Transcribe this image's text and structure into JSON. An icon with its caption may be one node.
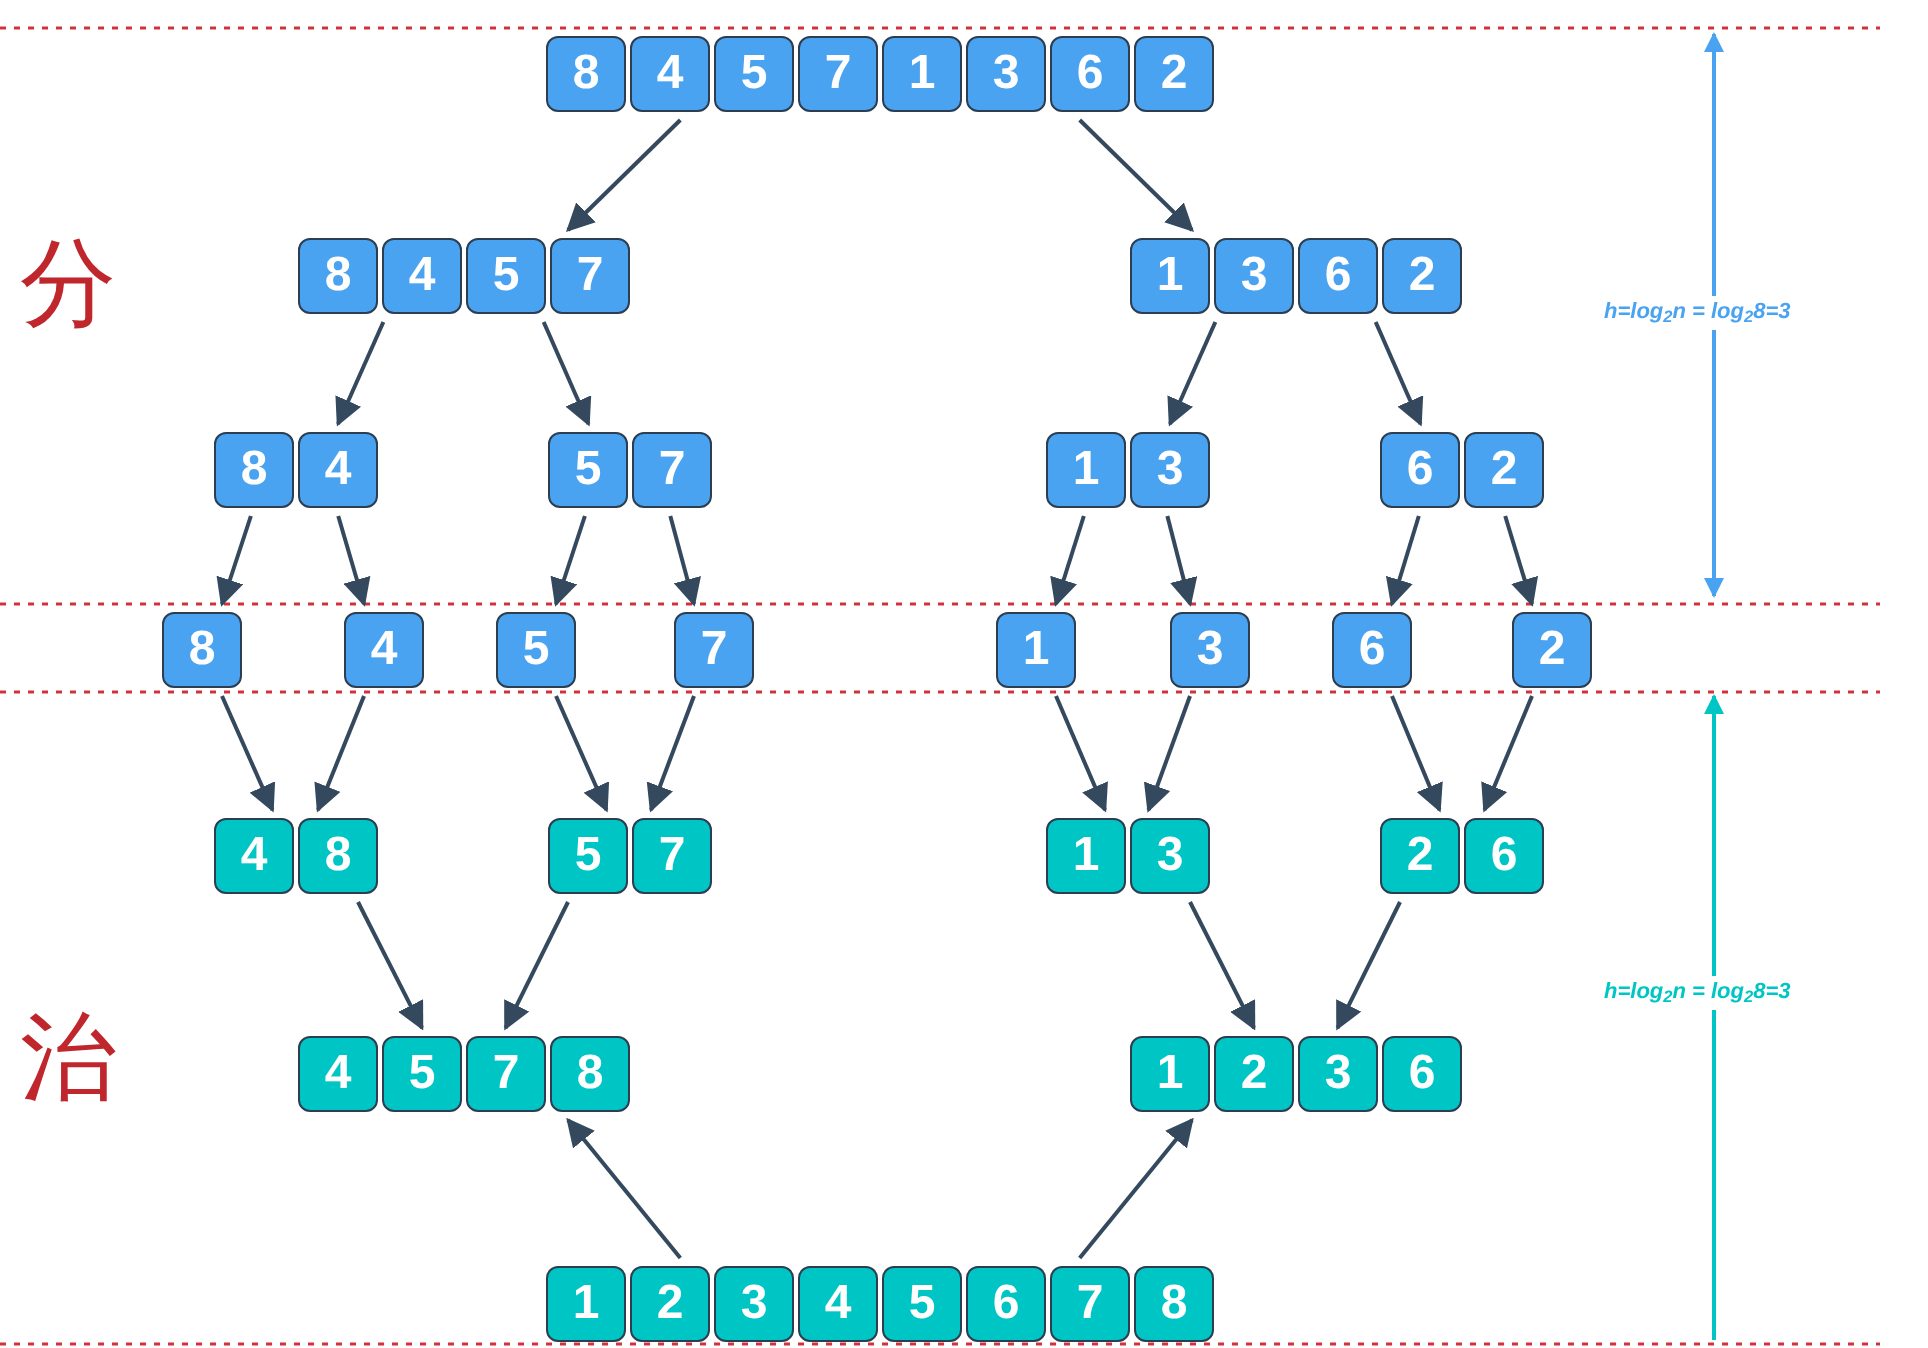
{
  "diagram": {
    "nodes": [
      {
        "text": [
          "8",
          "4",
          "5",
          "7",
          "1",
          "3",
          "6",
          "2"
        ]
      },
      {
        "text": [
          "8",
          "4",
          "5",
          "7"
        ]
      },
      {
        "text": [
          "1",
          "3",
          "6",
          "2"
        ]
      },
      {
        "text": [
          "8",
          "4"
        ]
      },
      {
        "text": [
          "5",
          "7"
        ]
      },
      {
        "text": [
          "1",
          "3"
        ]
      },
      {
        "text": [
          "6",
          "2"
        ]
      },
      {
        "text": [
          "8"
        ]
      },
      {
        "text": [
          "4"
        ]
      },
      {
        "text": [
          "5"
        ]
      },
      {
        "text": [
          "7"
        ]
      },
      {
        "text": [
          "1"
        ]
      },
      {
        "text": [
          "3"
        ]
      },
      {
        "text": [
          "6"
        ]
      },
      {
        "text": [
          "2"
        ]
      },
      {
        "text": [
          "4",
          "8"
        ]
      },
      {
        "text": [
          "5",
          "7"
        ]
      },
      {
        "text": [
          "1",
          "3"
        ]
      },
      {
        "text": [
          "2",
          "6"
        ]
      },
      {
        "text": [
          "4",
          "5",
          "7",
          "8"
        ]
      },
      {
        "text": [
          "1",
          "2",
          "3",
          "6"
        ]
      },
      {
        "text": [
          "1",
          "2",
          "3",
          "4",
          "5",
          "6",
          "7",
          "8"
        ]
      }
    ],
    "edges": [
      {
        "from": 0,
        "to": 1,
        "arrow": "to"
      },
      {
        "from": 0,
        "to": 2,
        "arrow": "to"
      },
      {
        "from": 1,
        "to": 3,
        "arrow": "to"
      },
      {
        "from": 1,
        "to": 4,
        "arrow": "to"
      },
      {
        "from": 2,
        "to": 5,
        "arrow": "to"
      },
      {
        "from": 2,
        "to": 6,
        "arrow": "to"
      },
      {
        "from": 3,
        "to": 7,
        "arrow": "to"
      },
      {
        "from": 3,
        "to": 8,
        "arrow": "to"
      },
      {
        "from": 4,
        "to": 9,
        "arrow": "to"
      },
      {
        "from": 4,
        "to": 10,
        "arrow": "to"
      },
      {
        "from": 5,
        "to": 11,
        "arrow": "to"
      },
      {
        "from": 5,
        "to": 12,
        "arrow": "to"
      },
      {
        "from": 6,
        "to": 13,
        "arrow": "to"
      },
      {
        "from": 6,
        "to": 14,
        "arrow": "to"
      },
      {
        "from": 7,
        "to": 15,
        "arrow": "to"
      },
      {
        "from": 8,
        "to": 15,
        "arrow": "to"
      },
      {
        "from": 9,
        "to": 16,
        "arrow": "to"
      },
      {
        "from": 10,
        "to": 16,
        "arrow": "to"
      },
      {
        "from": 11,
        "to": 17,
        "arrow": "to"
      },
      {
        "from": 12,
        "to": 17,
        "arrow": "to"
      },
      {
        "from": 13,
        "to": 18,
        "arrow": "to"
      },
      {
        "from": 14,
        "to": 18,
        "arrow": "to"
      },
      {
        "from": 15,
        "to": 19,
        "arrow": "to"
      },
      {
        "from": 16,
        "to": 19,
        "arrow": "to"
      },
      {
        "from": 17,
        "to": 20,
        "arrow": "to"
      },
      {
        "from": 18,
        "to": 20,
        "arrow": "to"
      },
      {
        "from": 21,
        "to": 19,
        "arrow": "to"
      },
      {
        "from": 21,
        "to": 20,
        "arrow": "to"
      }
    ],
    "labels": [
      "分",
      "h=log$_{2}$n = log$_{2}$8=3",
      "治",
      "h=log$_{2}$n = log$_{2}$8=3"
    ]
  }
}
